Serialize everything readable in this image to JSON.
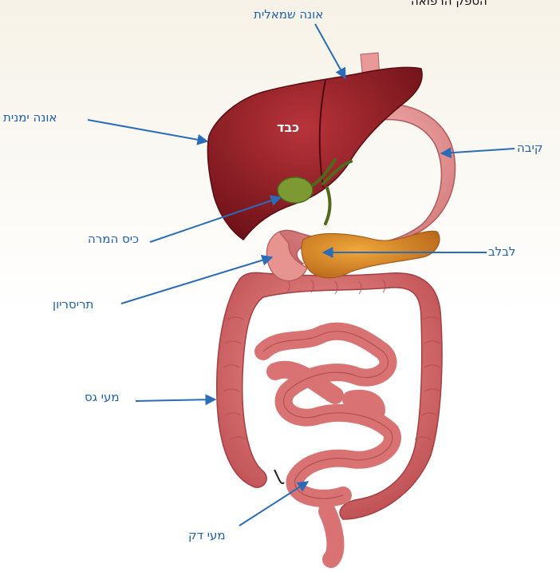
{
  "header_fragment": "הספק הרפואה",
  "organ_title": "כבד",
  "labels": {
    "left_lobe": "אונה שמאלית",
    "right_lobe": "אונה ימנית",
    "stomach": "קיבה",
    "gallbladder": "כיס המרה",
    "pancreas": "לבלב",
    "duodenum": "תריסריון",
    "large_intestine": "מעי גס",
    "small_intestine": "מעי דק"
  },
  "colors": {
    "label": "#1f5fa8",
    "arrow": "#2b6cb8",
    "liver": "#8f1d24",
    "stomach": "#e48b8c",
    "pancreas": "#d98a1e",
    "gallbladder": "#6d8a2a",
    "intestine": "#d86a6c"
  }
}
